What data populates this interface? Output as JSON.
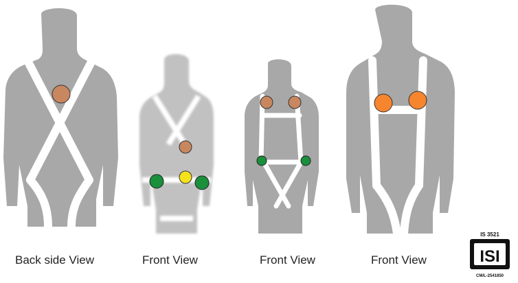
{
  "captions": {
    "back_view": "Back side View",
    "front_view_1": "Front View",
    "front_view_2": "Front View",
    "front_view_3": "Front View"
  },
  "logo": {
    "standard": "IS 3521",
    "license": "CM/L-2541850",
    "mark": "ISI"
  },
  "colors": {
    "silhouette": "#a8a8a8",
    "strap": "#ffffff",
    "dorsal_d_ring": "#c8875f",
    "shoulder_d_ring": "#f7852e",
    "waist_ring": "#1a8f3c",
    "center_ring": "#f5e21c"
  }
}
